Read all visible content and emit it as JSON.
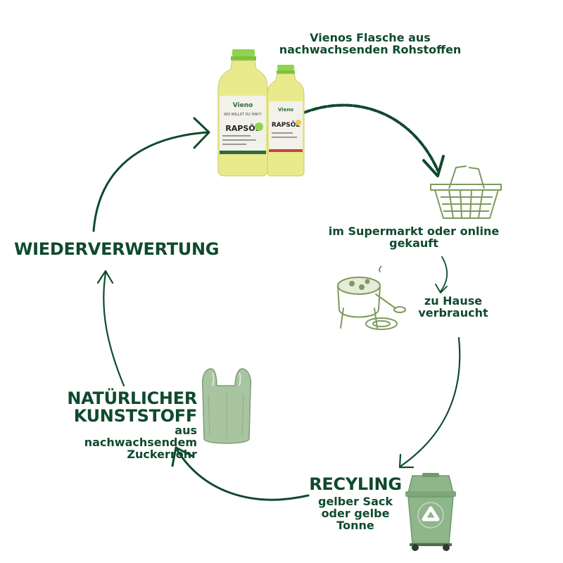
{
  "colors": {
    "text": "#0f4a2e",
    "arrow": "#0f4a2e",
    "bottle_cap": "#8ed44f",
    "oil": "#e9ea8c",
    "label_bg": "#f2f1ea",
    "bin": "#8fb58b",
    "bag": "#a8c4a0",
    "sketch": "#7d9a5d"
  },
  "steps": {
    "bottle": {
      "line1": "Vienos Flasche aus",
      "line2": "nachwachsenden Rohstoffen"
    },
    "shop": {
      "line1": "im Supermarkt oder online",
      "line2": "gekauft"
    },
    "home": {
      "line1": "zu Hause",
      "line2": "verbraucht"
    },
    "recycling": {
      "title": "RECYLING",
      "line1": "gelber Sack",
      "line2": "oder gelbe",
      "line3": "Tonne"
    },
    "plastic": {
      "title1": "NATÜRLICHER",
      "title2": "KUNSTSTOFF",
      "line1": "aus",
      "line2": "nachwachsendem",
      "line3": "Zuckerrohr"
    },
    "reuse": {
      "title": "WIEDERVERWERTUNG"
    }
  },
  "product": {
    "brand": "Vieno",
    "slogan": "WO WILLST DU HIN??",
    "name": "RAPSÖL"
  },
  "icons": {
    "basket": "shopping-basket-icon",
    "pot": "cooking-pot-icon",
    "bag": "plastic-bag-icon",
    "bin": "recycling-bin-icon",
    "recycle": "recycle-symbol-icon"
  }
}
